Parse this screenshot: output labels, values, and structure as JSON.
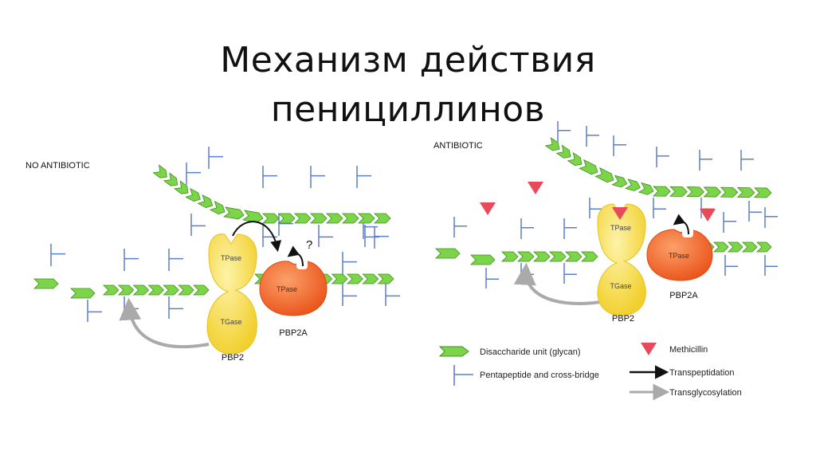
{
  "title": {
    "line1": "Механизм действия",
    "line2": "пенициллинов"
  },
  "panel_left": {
    "heading": "NO ANTIBIOTIC",
    "enzyme_pbp2_top": "TPase",
    "enzyme_pbp2_bottom": "TGase",
    "enzyme_pbp2a": "TPase",
    "label_pbp2": "PBP2",
    "label_pbp2a": "PBP2A",
    "question_mark": "?"
  },
  "panel_right": {
    "heading": "ANTIBIOTIC",
    "enzyme_pbp2_top": "TPase",
    "enzyme_pbp2_bottom": "TGase",
    "enzyme_pbp2a": "TPase",
    "label_pbp2": "PBP2",
    "label_pbp2a": "PBP2A"
  },
  "legend": {
    "glycan": "Disaccharide unit (glycan)",
    "pentapeptide": "Pentapeptide and cross-bridge",
    "methicillin": "Methicillin",
    "transpeptidation": "Transpeptidation",
    "transglycosylation": "Transglycosylation"
  },
  "colors": {
    "glycan_fill": "#7cd448",
    "glycan_stroke": "#3f8f1f",
    "peptide": "#5b7fd0",
    "pbp2_fill": "#f6dc48",
    "pbp2a_fill": "#f06a28",
    "methicillin": "#e84a5a",
    "arrow_dark": "#111111",
    "arrow_gray": "#aaaaaa"
  }
}
